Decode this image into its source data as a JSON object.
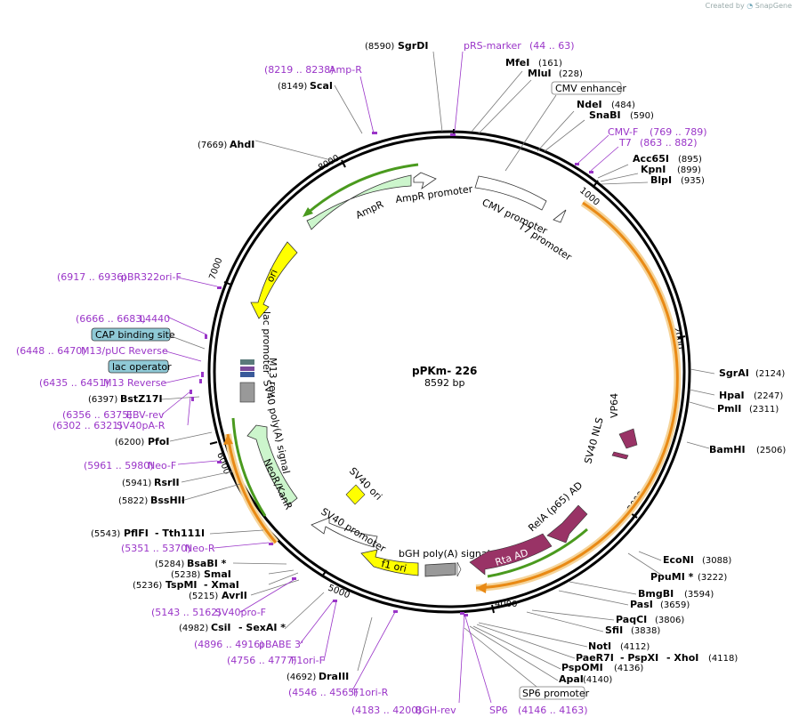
{
  "credit": {
    "prefix": "Created by",
    "brand": "SnapGene"
  },
  "plasmid": {
    "name": "pPKm- 226",
    "size": "8592 bp"
  },
  "ticks": [
    "1000",
    "2000",
    "3000",
    "4000",
    "5000",
    "6000",
    "7000",
    "8000"
  ],
  "enzymes": {
    "SgrDI": "SgrDI",
    "SgrDI_pos": "(8590)",
    "MfeI": "MfeI",
    "MfeI_pos": "(161)",
    "MluI": "MluI",
    "MluI_pos": "(228)",
    "NdeI": "NdeI",
    "NdeI_pos": "(484)",
    "SnaBI": "SnaBI",
    "SnaBI_pos": "(590)",
    "Acc65I": "Acc65I",
    "Acc65I_pos": "(895)",
    "KpnI": "KpnI",
    "KpnI_pos": "(899)",
    "BlpI": "BlpI",
    "BlpI_pos": "(935)",
    "SgrAI": "SgrAI",
    "SgrAI_pos": "(2124)",
    "HpaI": "HpaI",
    "HpaI_pos": "(2247)",
    "PmlI": "PmlI",
    "PmlI_pos": "(2311)",
    "BamHI": "BamHI",
    "BamHI_pos": "(2506)",
    "EcoNI": "EcoNI",
    "EcoNI_pos": "(3088)",
    "PpuMI": "PpuMI *",
    "PpuMI_pos": "(3222)",
    "BmgBI": "BmgBI",
    "BmgBI_pos": "(3594)",
    "PasI": "PasI",
    "PasI_pos": "(3659)",
    "PaqCI": "PaqCI",
    "PaqCI_pos": "(3806)",
    "SfiI": "SfiI",
    "SfiI_pos": "(3838)",
    "NotI": "NotI",
    "NotI_pos": "(4112)",
    "PaeR7I": "PaeR7I",
    "PspXI": "- PspXI",
    "XhoI": "- XhoI",
    "XhoI_pos": "(4118)",
    "PspOMI": "PspOMI",
    "PspOMI_pos": "(4136)",
    "ApaI": "ApaI",
    "ApaI_pos": "(4140)",
    "DraIII": "DraIII",
    "DraIII_pos": "(4692)",
    "CsiI": "CsiI",
    "SexAI": "- SexAI *",
    "CsiI_pos": "(4982)",
    "AvrII": "AvrII",
    "AvrII_pos": "(5215)",
    "TspMI": "TspMI",
    "XmaI": "- XmaI",
    "TspMI_pos": "(5236)",
    "SmaI": "SmaI",
    "SmaI_pos": "(5238)",
    "BsaBI": "BsaBI *",
    "BsaBI_pos": "(5284)",
    "PflFI": "PflFI",
    "Tth111I": "- Tth111I",
    "PflFI_pos": "(5543)",
    "BssHII": "BssHII",
    "BssHII_pos": "(5822)",
    "RsrII": "RsrII",
    "RsrII_pos": "(5941)",
    "PfoI": "PfoI",
    "PfoI_pos": "(6200)",
    "BstZ17I": "BstZ17I",
    "BstZ17I_pos": "(6397)",
    "AhdI": "AhdI",
    "AhdI_pos": "(7669)",
    "ScaI": "ScaI",
    "ScaI_pos": "(8149)"
  },
  "primers": {
    "pRS_marker": "pRS-marker",
    "pRS_marker_pos": "(44 .. 63)",
    "Amp_R": "Amp-R",
    "Amp_R_pos": "(8219 .. 8238)",
    "CMV_F": "CMV-F",
    "CMV_F_pos": "(769 .. 789)",
    "T7": "T7",
    "T7_pos": "(863 .. 882)",
    "pBR322ori_F": "pBR322ori-F",
    "pBR322ori_F_pos": "(6917 .. 6936)",
    "L4440": "L4440",
    "L4440_pos": "(6666 .. 6683)",
    "M13_pUC_Reverse": "M13/pUC Reverse",
    "M13_pUC_Reverse_pos": "(6448 .. 6470)",
    "M13_Reverse": "M13 Reverse",
    "M13_Reverse_pos": "(6435 .. 6451)",
    "EBV_rev": "EBV-rev",
    "EBV_rev_pos": "(6356 .. 6375)",
    "SV40pA_R": "SV40pA-R",
    "SV40pA_R_pos": "(6302 .. 6321)",
    "Neo_F": "Neo-F",
    "Neo_F_pos": "(5961 .. 5980)",
    "Neo_R": "Neo-R",
    "Neo_R_pos": "(5351 .. 5370)",
    "SV40pro_F": "SV40pro-F",
    "SV40pro_F_pos": "(5143 .. 5162)",
    "pBABE_3": "pBABE 3'",
    "pBABE_3_pos": "(4896 .. 4916)",
    "F1ori_F": "F1ori-F",
    "F1ori_F_pos": "(4756 .. 4777)",
    "F1ori_R": "F1ori-R",
    "F1ori_R_pos": "(4546 .. 4565)",
    "BGH_rev": "BGH-rev",
    "BGH_rev_pos": "(4183 .. 4200)",
    "SP6": "SP6",
    "SP6_pos": "(4146 .. 4163)"
  },
  "boxed": {
    "cmv_enhancer": "CMV enhancer",
    "cap_binding_site": "CAP binding site",
    "lac_operator": "lac operator",
    "sp6_promoter": "SP6 promoter"
  },
  "features": {
    "cmv_promoter": "CMV promoter",
    "t7_promoter": "T7 promoter",
    "ampr": "AmpR",
    "ampr_promoter": "AmpR promoter",
    "ori": "ori",
    "lac_promoter": "lac promoter",
    "m13_rev": "M13 rev",
    "sv40_polya": "SV40 poly(A) signal",
    "neor": "NeoR/KanR",
    "sv40_ori": "SV40 ori",
    "sv40_promoter": "SV40 promoter",
    "f1_ori": "f1 ori",
    "bgh_polya": "bGH poly(A) signal",
    "rta_ad": "Rta AD",
    "rela_ad": "RelA (p65) AD",
    "sv40_nls": "SV40 NLS",
    "vp64": "VP64"
  },
  "colors": {
    "backbone": "#000000",
    "primer": "#9a35c8",
    "orange": "#e98a15",
    "green": "#4a9a1e",
    "ampr_fill": "#ccf5cc",
    "ori_fill": "#ffff00",
    "maroon": "#993366",
    "grey": "#999999",
    "boxblue": "#8fc9d6"
  }
}
